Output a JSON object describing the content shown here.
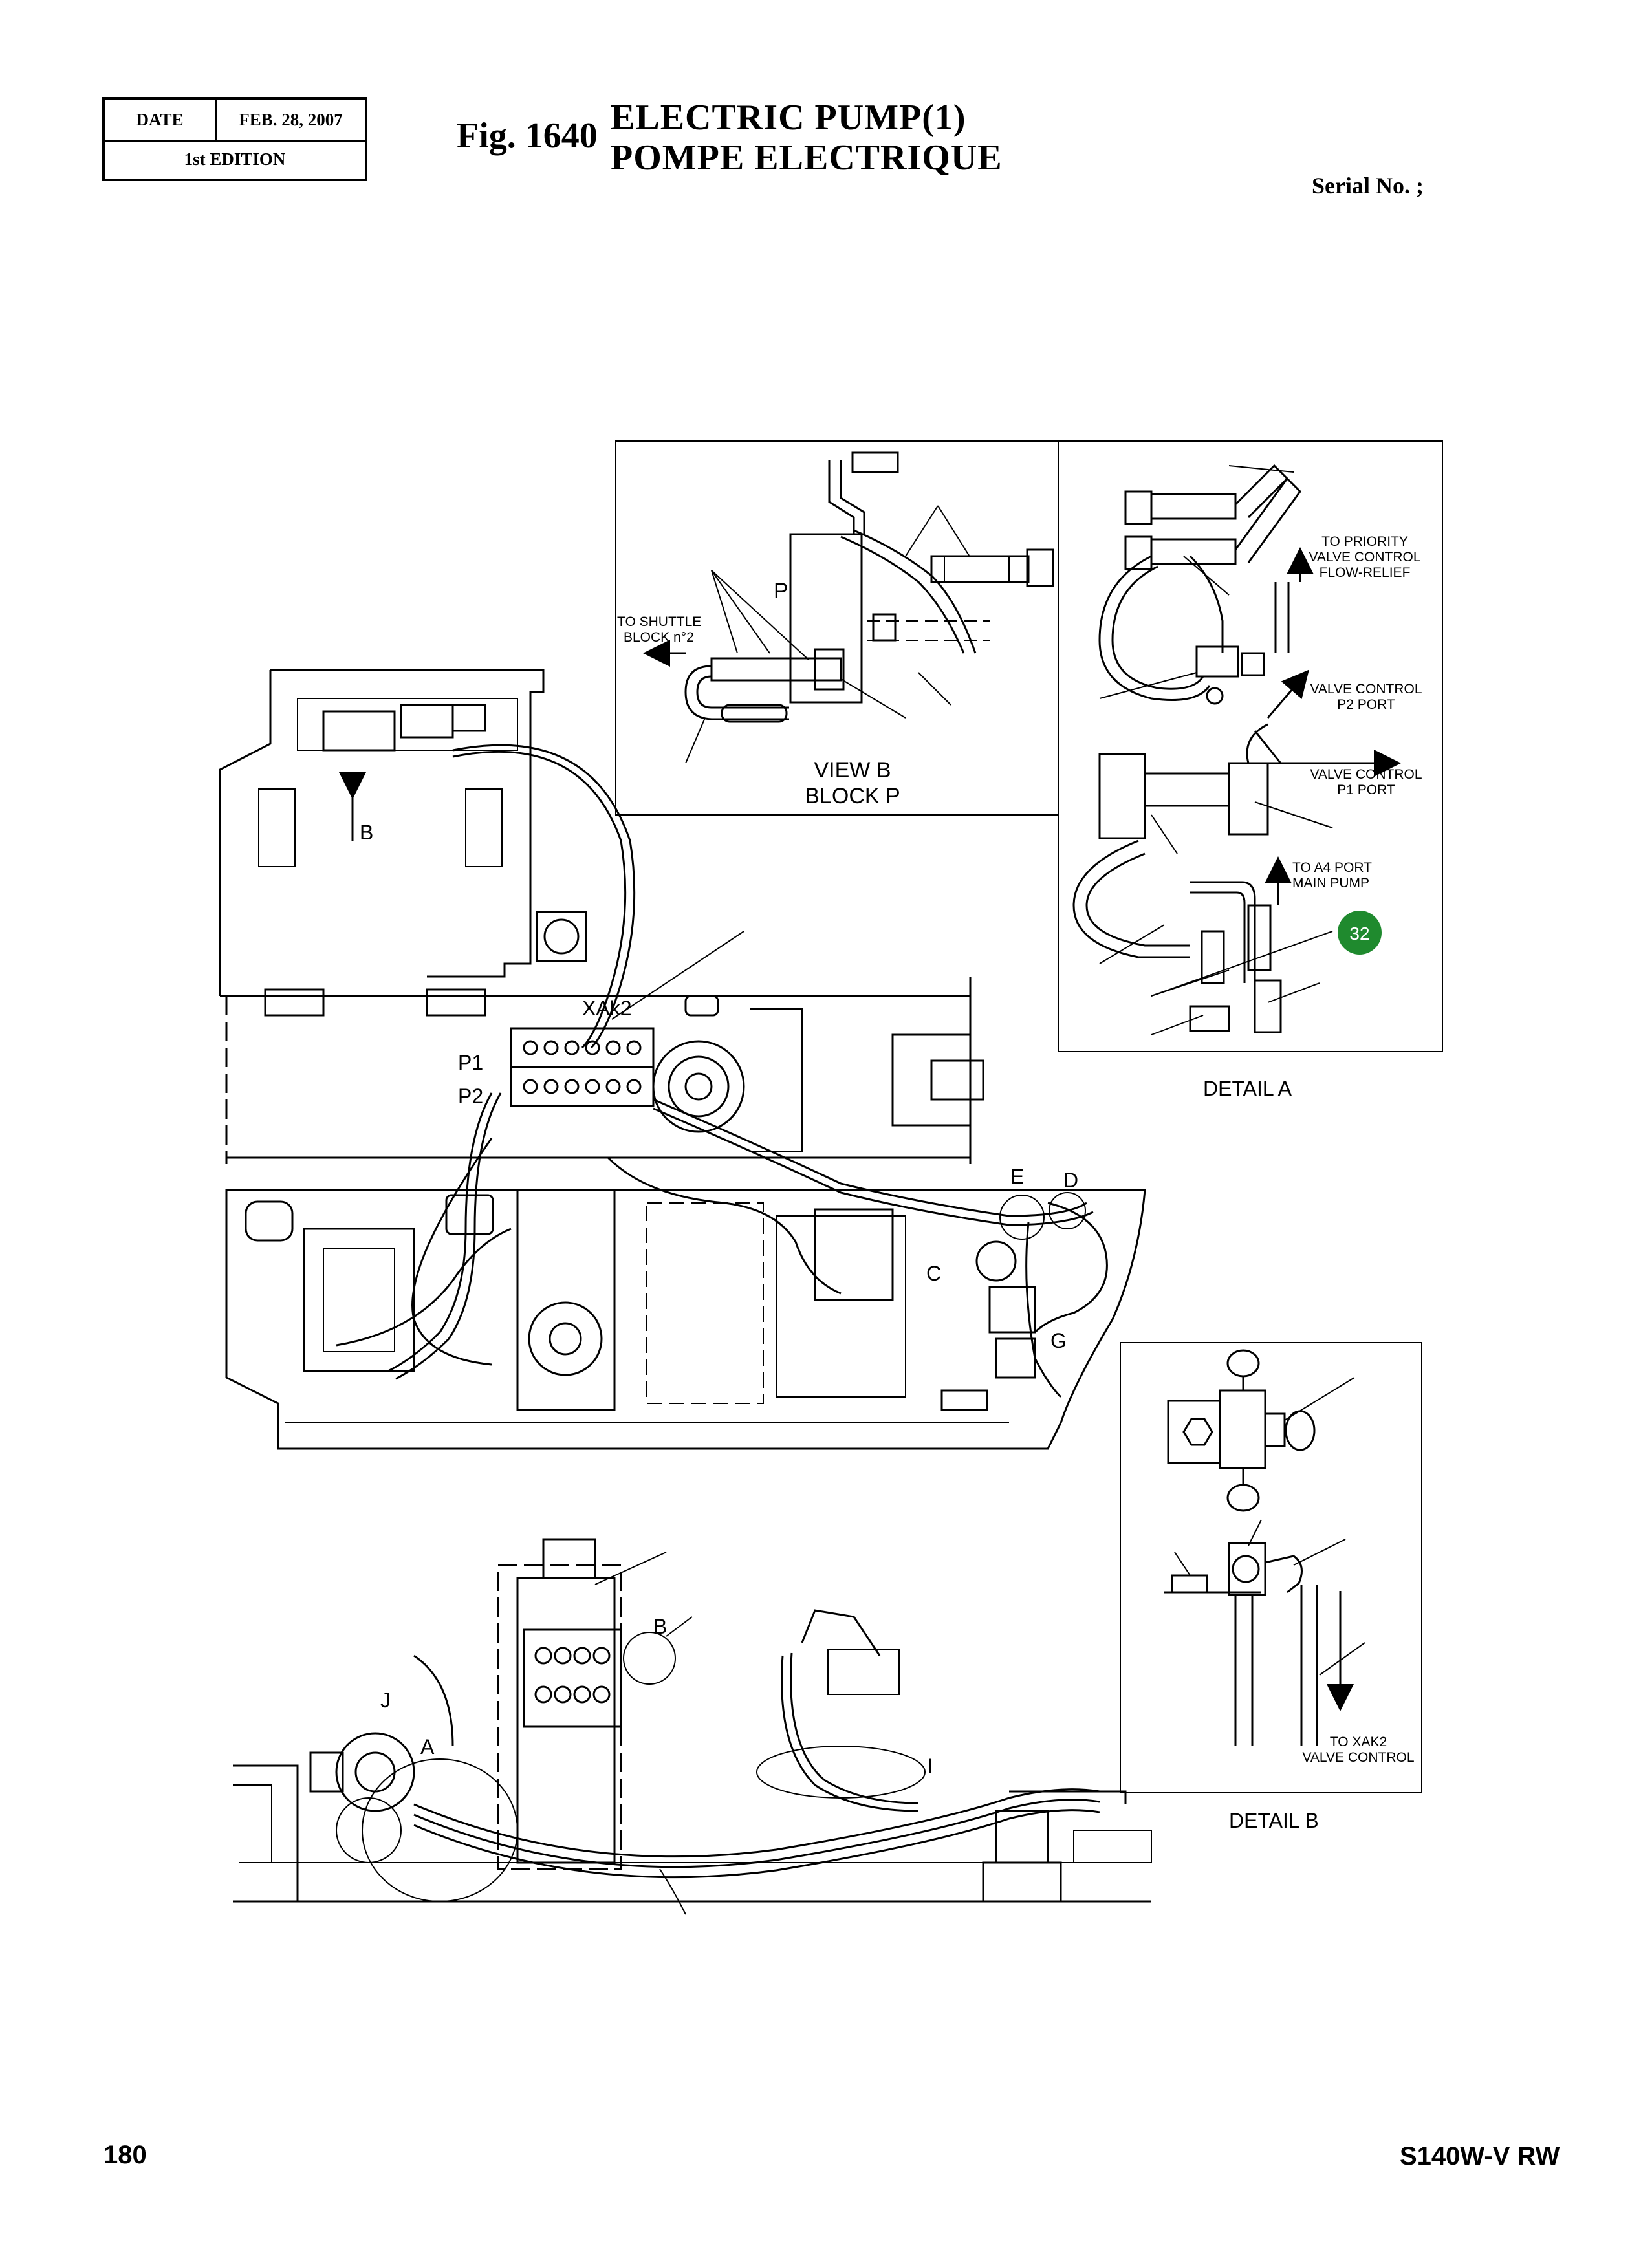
{
  "header": {
    "date_label": "DATE",
    "date_value": "FEB. 28, 2007",
    "edition": "1st EDITION",
    "fig_number": "Fig. 1640",
    "title_en": "ELECTRIC  PUMP(1)",
    "title_fr": "POMPE  ELECTRIQUE",
    "serial": "Serial No. ;"
  },
  "footer": {
    "page": "180",
    "model": "S140W-V RW"
  },
  "view_b": {
    "title_line1": "VIEW B",
    "title_line2": "BLOCK P",
    "port_label": "P",
    "shuttle_line1": "TO SHUTTLE",
    "shuttle_line2": "BLOCK n°2"
  },
  "detail_a": {
    "title": "DETAIL  A",
    "priority_line1": "TO PRIORITY",
    "priority_line2": "VALVE CONTROL",
    "priority_line3": "FLOW-RELIEF",
    "p2_line1": "VALVE CONTROL",
    "p2_line2": "P2 PORT",
    "p1_line1": "VALVE CONTROL",
    "p1_line2": "P1 PORT",
    "a4_line1": "TO A4 PORT",
    "a4_line2": "MAIN PUMP",
    "callout": "32",
    "callout_color": "#1f8a2e"
  },
  "detail_b": {
    "title": "DETAIL  B",
    "xak2_line1": "TO XAK2",
    "xak2_line2": "VALVE CONTROL"
  },
  "main_view": {
    "label_b": "B",
    "label_xak2": "XAk2",
    "label_p1": "P1",
    "label_p2": "P2",
    "label_e": "E",
    "label_d": "D",
    "label_c": "C",
    "label_g": "G"
  },
  "side_view": {
    "label_b": "B",
    "label_j": "J",
    "label_a": "A",
    "label_i": "I"
  }
}
